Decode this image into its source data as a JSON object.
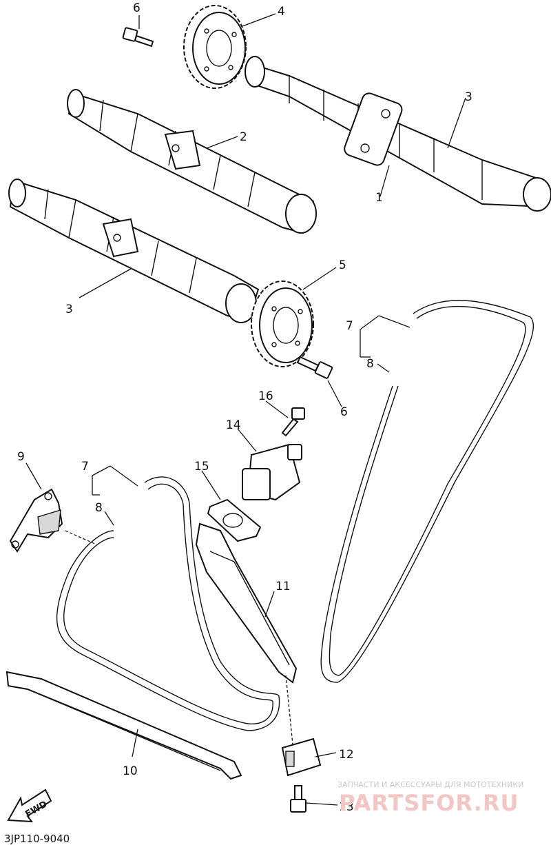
{
  "callouts": {
    "c1": "1",
    "c2": "2",
    "c3a": "3",
    "c3b": "3",
    "c4": "4",
    "c5": "5",
    "c6a": "6",
    "c6b": "6",
    "c7a": "7",
    "c7b": "7",
    "c8a": "8",
    "c8b": "8",
    "c9": "9",
    "c10": "10",
    "c11": "11",
    "c12": "12",
    "c13": "13",
    "c14": "14",
    "c15": "15",
    "c16": "16"
  },
  "arrow_label": "FWD",
  "diagram_code": "3JP110-9040",
  "watermark": {
    "tagline": "ЗАПЧАСТИ И АКСЕССУАРЫ ДЛЯ МОТОТЕХНИКИ",
    "brand": "PARTSFOR.RU"
  }
}
